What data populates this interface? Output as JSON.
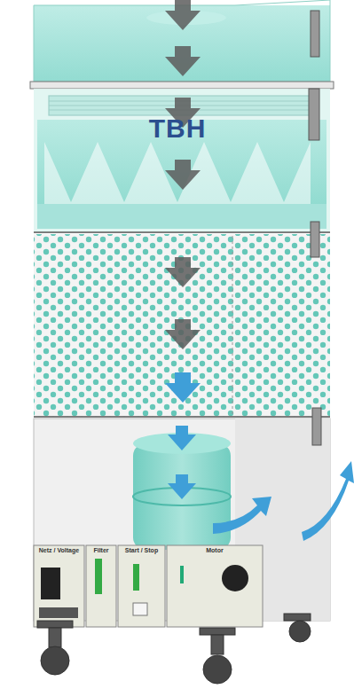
{
  "diagram": {
    "labels": [
      "TBH",
      "Netz / Voltage",
      "Filter",
      "Start / Stop",
      "Motor"
    ]
  }
}
